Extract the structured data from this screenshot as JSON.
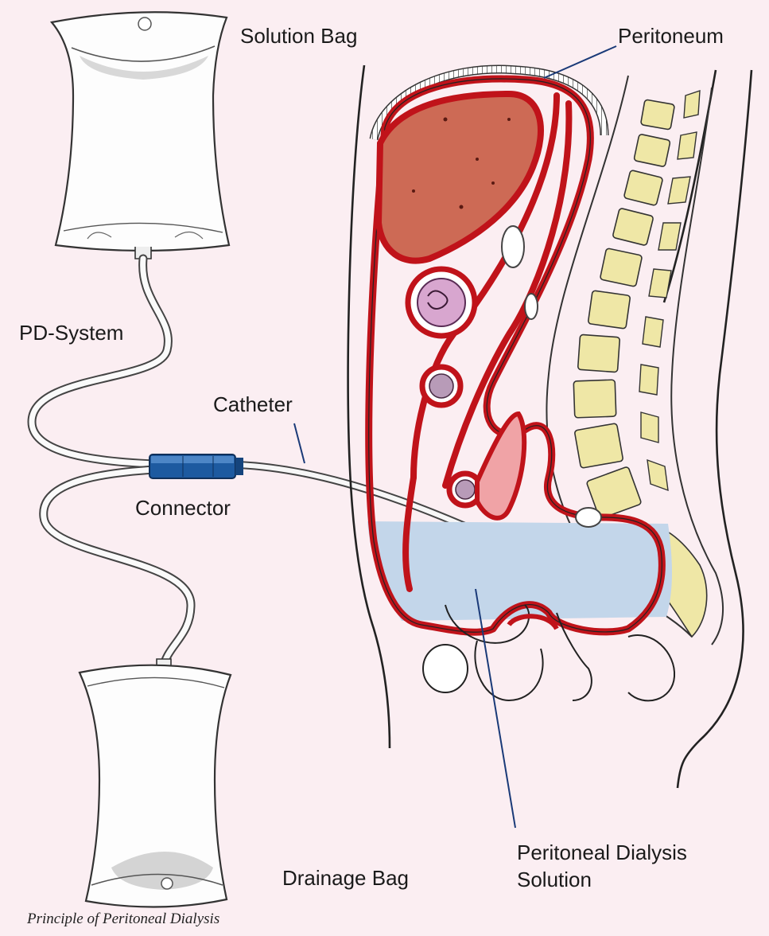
{
  "labels": {
    "solution_bag": "Solution Bag",
    "peritoneum": "Peritoneum",
    "pd_system": "PD-System",
    "catheter": "Catheter",
    "connector": "Connector",
    "drainage_bag": "Drainage Bag",
    "dialysis_solution_line1": "Peritoneal Dialysis",
    "dialysis_solution_line2": "Solution"
  },
  "caption": "Principle of Peritoneal Dialysis",
  "colors": {
    "background": "#fbeef2",
    "peritoneum_red": "#c0131a",
    "liver": "#cd6a55",
    "dialysate": "#c3d6ea",
    "spine": "#efe7a6",
    "connector": "#1d5aa0",
    "outline": "#222222"
  }
}
